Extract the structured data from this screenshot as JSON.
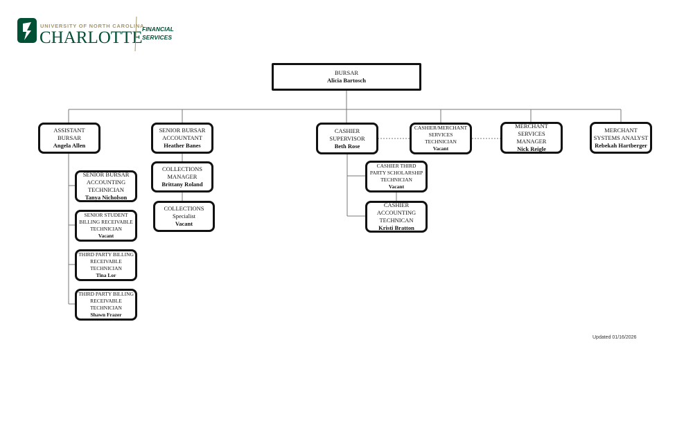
{
  "logo": {
    "top_line": "UNIVERSITY OF NORTH CAROLINA",
    "name": "CHARLOTTE",
    "unit_line1": "FINANCIAL",
    "unit_line2": "SERVICES",
    "brand_green": "#005035",
    "brand_gold": "#A49665"
  },
  "positions": {
    "bursar": {
      "title": "BURSAR",
      "name": "Alicia Bartosch"
    },
    "assistant_bursar": {
      "title": "ASSISTANT BURSAR",
      "name": "Angela Allen"
    },
    "senior_bursar_accountant": {
      "title": "SENIOR BURSAR ACCOUNTANT",
      "name": "Heather Banes"
    },
    "collections_manager": {
      "title": "COLLECTIONS MANAGER",
      "name": "Brittany Roland"
    },
    "collections_specialist": {
      "title": "COLLECTIONS",
      "subtitle": "Specialist",
      "name": "Vacant"
    },
    "cashier_supervisor": {
      "title": "CASHIER SUPERVISOR",
      "name": "Beth Rose"
    },
    "cashier_merchant_tech": {
      "title": "CASHIER/MERCHANT SERVICES TECHNICIAN",
      "name": "Vacant"
    },
    "merchant_services_manager": {
      "title": "MERCHANT SERVICES MANAGER",
      "name": "Nick Reigle"
    },
    "merchant_systems_analyst": {
      "title": "MERCHANT SYSTEMS ANALYST",
      "name": "Rebekah Hartberger"
    },
    "cashier_third_party": {
      "title": "CASHIER THIRD PARTY SCHOLARSHIP TECHNICIAN",
      "name": "Vacant"
    },
    "cashier_accounting_tech": {
      "title": "CASHIER ACCOUNTING TECHNICAN",
      "name": "Kristi Bratton"
    },
    "senior_bursar_accounting_tech": {
      "title": "SENIOR BURSAR ACCOUNTING TECHNICIAN",
      "name": "Tanya Nicholson"
    },
    "senior_student_billing": {
      "title": "SENIOR STUDENT BILLING RECEIVABLE TECHNICIAN",
      "name": "Vacant"
    },
    "third_party_billing_1": {
      "title": "THIRD PARTY BILLING RECEIVABLE TECHNICIAN",
      "name": "Tina Lor"
    },
    "third_party_billing_2": {
      "title": "THIRD PARTY BILLING RECEIVABLE TECHNICIAN",
      "name": "Shawn Frazer"
    }
  },
  "footer": {
    "updated": "Updated 01/16/2026"
  }
}
